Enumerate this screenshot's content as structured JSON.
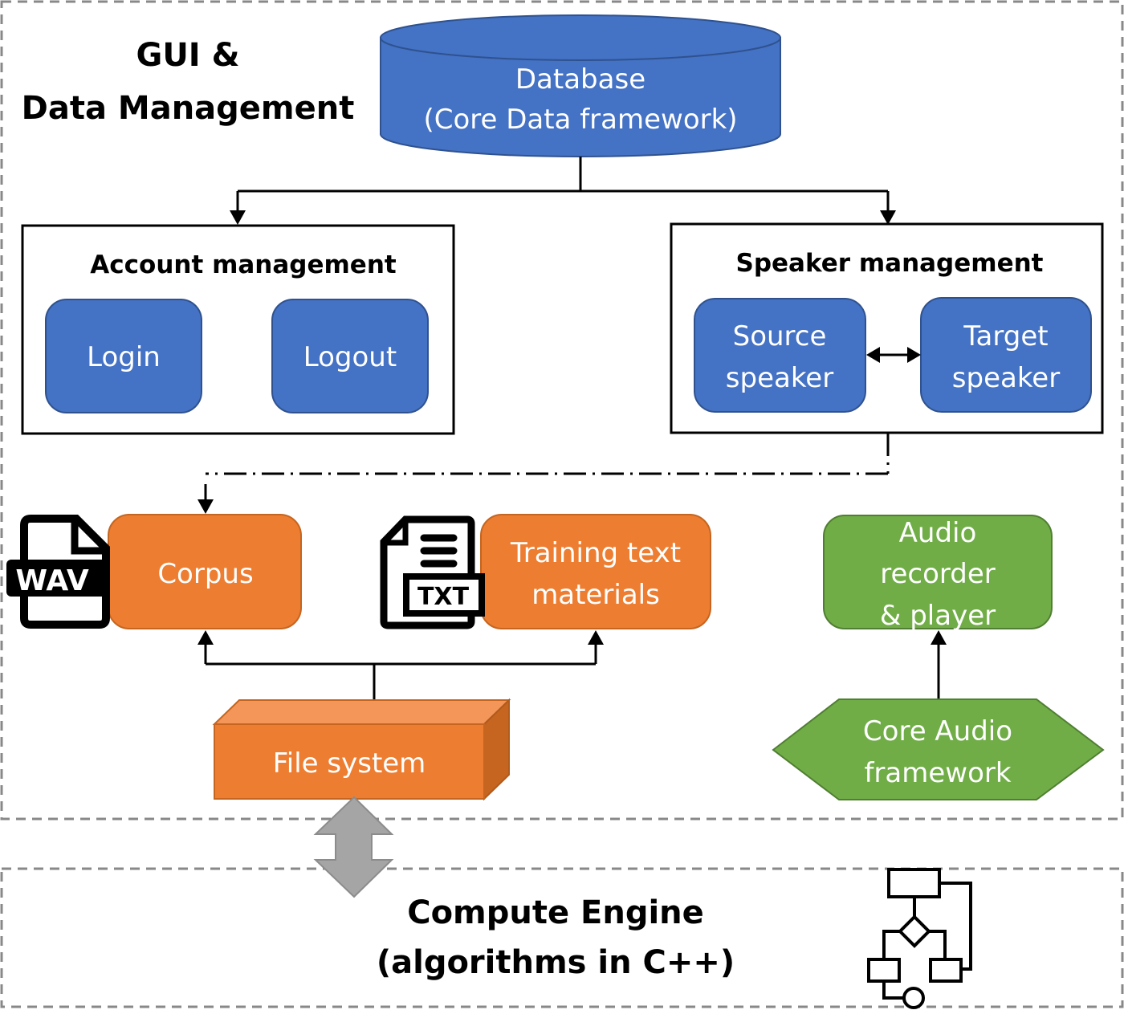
{
  "title": {
    "line1": "GUI &",
    "line2": "Data Management"
  },
  "database": {
    "line1": "Database",
    "line2": "(Core  Data framework)"
  },
  "account_management": {
    "heading": "Account management",
    "items": [
      "Login",
      "Logout"
    ]
  },
  "speaker_management": {
    "heading": "Speaker management",
    "source": {
      "line1": "Source",
      "line2": "speaker"
    },
    "target": {
      "line1": "Target",
      "line2": "speaker"
    }
  },
  "corpus": {
    "label": "Corpus",
    "icon_label": "WAV"
  },
  "training_text": {
    "line1": "Training text",
    "line2": "materials",
    "icon_label": "TXT"
  },
  "audio_recorder": {
    "line1": "Audio",
    "line2": "recorder",
    "line3": "& player"
  },
  "core_audio": {
    "line1": "Core Audio",
    "line2": "framework"
  },
  "file_system": {
    "label": "File system"
  },
  "compute_engine": {
    "line1": "Compute Engine",
    "line2": "(algorithms in C++)"
  },
  "colors": {
    "blue": "#4472C4",
    "blue_border": "#2F528F",
    "orange": "#ED7D31",
    "orange_light": "#F4965A",
    "orange_dark": "#C5651F",
    "green": "#70AD47",
    "green_border": "#507E32",
    "gray_arrow": "#A5A5A5",
    "dash_border": "#888888"
  }
}
